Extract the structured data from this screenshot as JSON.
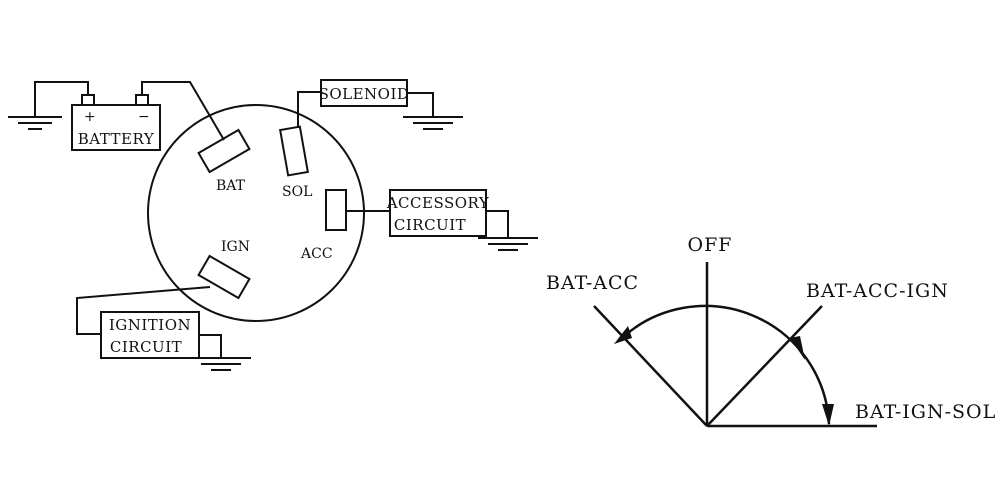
{
  "wiring": {
    "battery": {
      "label": "BATTERY",
      "plus": "+",
      "minus": "−"
    },
    "solenoid": {
      "label": "SOLENOID"
    },
    "accessory": {
      "line1": "ACCESSORY",
      "line2": "CIRCUIT"
    },
    "ignition": {
      "line1": "IGNITION",
      "line2": "CIRCUIT"
    },
    "terminals": {
      "bat": "BAT",
      "sol": "SOL",
      "acc": "ACC",
      "ign": "IGN"
    }
  },
  "positions": {
    "off": "OFF",
    "bat_acc": "BAT-ACC",
    "bat_acc_ign": "BAT-ACC-IGN",
    "bat_ign_sol": "BAT-IGN-SOL"
  },
  "colors": {
    "ink": "#111111",
    "background": "#ffffff"
  }
}
